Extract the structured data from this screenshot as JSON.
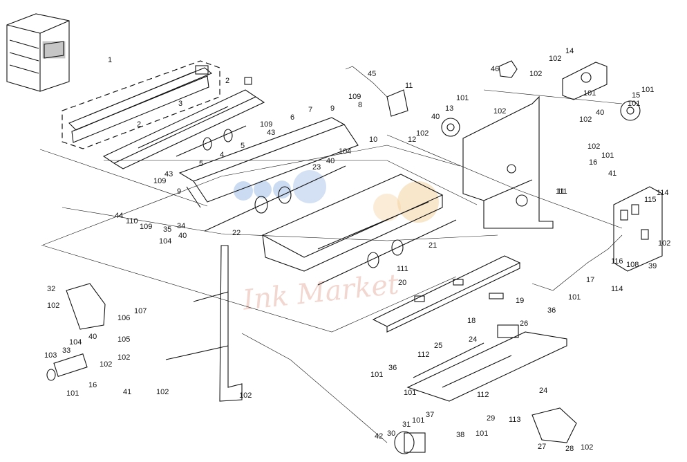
{
  "watermark": {
    "text": "Ink Market",
    "dot_colors": [
      "#a9c4ea",
      "#f4cf9a"
    ]
  },
  "labels": [
    {
      "id": "l1",
      "text": "1"
    },
    {
      "id": "l2a",
      "text": "2"
    },
    {
      "id": "l2b",
      "text": "2"
    },
    {
      "id": "l3",
      "text": "3"
    },
    {
      "id": "l4",
      "text": "4"
    },
    {
      "id": "l5a",
      "text": "5"
    },
    {
      "id": "l5b",
      "text": "5"
    },
    {
      "id": "l6",
      "text": "6"
    },
    {
      "id": "l7",
      "text": "7"
    },
    {
      "id": "l8",
      "text": "8"
    },
    {
      "id": "l9a",
      "text": "9"
    },
    {
      "id": "l9b",
      "text": "9"
    },
    {
      "id": "l10",
      "text": "10"
    },
    {
      "id": "l11a",
      "text": "11"
    },
    {
      "id": "l11b",
      "text": "11"
    },
    {
      "id": "l12",
      "text": "12"
    },
    {
      "id": "l13",
      "text": "13"
    },
    {
      "id": "l14",
      "text": "14"
    },
    {
      "id": "l15",
      "text": "15"
    },
    {
      "id": "l16a",
      "text": "16"
    },
    {
      "id": "l16b",
      "text": "16"
    },
    {
      "id": "l17",
      "text": "17"
    },
    {
      "id": "l18",
      "text": "18"
    },
    {
      "id": "l19",
      "text": "19"
    },
    {
      "id": "l20",
      "text": "20"
    },
    {
      "id": "l21",
      "text": "21"
    },
    {
      "id": "l22",
      "text": "22"
    },
    {
      "id": "l23",
      "text": "23"
    },
    {
      "id": "l24a",
      "text": "24"
    },
    {
      "id": "l24b",
      "text": "24"
    },
    {
      "id": "l25",
      "text": "25"
    },
    {
      "id": "l26",
      "text": "26"
    },
    {
      "id": "l27",
      "text": "27"
    },
    {
      "id": "l28",
      "text": "28"
    },
    {
      "id": "l29",
      "text": "29"
    },
    {
      "id": "l30",
      "text": "30"
    },
    {
      "id": "l31",
      "text": "31"
    },
    {
      "id": "l32",
      "text": "32"
    },
    {
      "id": "l33",
      "text": "33"
    },
    {
      "id": "l34",
      "text": "34"
    },
    {
      "id": "l35",
      "text": "35"
    },
    {
      "id": "l36a",
      "text": "36"
    },
    {
      "id": "l36b",
      "text": "36"
    },
    {
      "id": "l37",
      "text": "37"
    },
    {
      "id": "l38",
      "text": "38"
    },
    {
      "id": "l39",
      "text": "39"
    },
    {
      "id": "l40a",
      "text": "40"
    },
    {
      "id": "l40b",
      "text": "40"
    },
    {
      "id": "l40c",
      "text": "40"
    },
    {
      "id": "l40d",
      "text": "40"
    },
    {
      "id": "l40e",
      "text": "40"
    },
    {
      "id": "l41a",
      "text": "41"
    },
    {
      "id": "l41b",
      "text": "41"
    },
    {
      "id": "l42",
      "text": "42"
    },
    {
      "id": "l43a",
      "text": "43"
    },
    {
      "id": "l43b",
      "text": "43"
    },
    {
      "id": "l44",
      "text": "44"
    },
    {
      "id": "l45",
      "text": "45"
    },
    {
      "id": "l46",
      "text": "46"
    },
    {
      "id": "l101a",
      "text": "101"
    },
    {
      "id": "l101b",
      "text": "101"
    },
    {
      "id": "l101c",
      "text": "101"
    },
    {
      "id": "l101d",
      "text": "101"
    },
    {
      "id": "l101e",
      "text": "101"
    },
    {
      "id": "l101f",
      "text": "101"
    },
    {
      "id": "l101g",
      "text": "101"
    },
    {
      "id": "l101h",
      "text": "101"
    },
    {
      "id": "l101i",
      "text": "101"
    },
    {
      "id": "l101j",
      "text": "101"
    },
    {
      "id": "l101k",
      "text": "101"
    },
    {
      "id": "l102a",
      "text": "102"
    },
    {
      "id": "l102b",
      "text": "102"
    },
    {
      "id": "l102c",
      "text": "102"
    },
    {
      "id": "l102d",
      "text": "102"
    },
    {
      "id": "l102e",
      "text": "102"
    },
    {
      "id": "l102f",
      "text": "102"
    },
    {
      "id": "l102g",
      "text": "102"
    },
    {
      "id": "l102h",
      "text": "102"
    },
    {
      "id": "l102i",
      "text": "102"
    },
    {
      "id": "l102j",
      "text": "102"
    },
    {
      "id": "l102k",
      "text": "102"
    },
    {
      "id": "l102l",
      "text": "102"
    },
    {
      "id": "l102m",
      "text": "102"
    },
    {
      "id": "l103",
      "text": "103"
    },
    {
      "id": "l104a",
      "text": "104"
    },
    {
      "id": "l104b",
      "text": "104"
    },
    {
      "id": "l104c",
      "text": "104"
    },
    {
      "id": "l105",
      "text": "105"
    },
    {
      "id": "l106",
      "text": "106"
    },
    {
      "id": "l107",
      "text": "107"
    },
    {
      "id": "l108",
      "text": "108"
    },
    {
      "id": "l109a",
      "text": "109"
    },
    {
      "id": "l109b",
      "text": "109"
    },
    {
      "id": "l109c",
      "text": "109"
    },
    {
      "id": "l109d",
      "text": "109"
    },
    {
      "id": "l110",
      "text": "110"
    },
    {
      "id": "l111a",
      "text": "111"
    },
    {
      "id": "l111b",
      "text": "111"
    },
    {
      "id": "l112a",
      "text": "112"
    },
    {
      "id": "l112b",
      "text": "112"
    },
    {
      "id": "l113",
      "text": "113"
    },
    {
      "id": "l114a",
      "text": "114"
    },
    {
      "id": "l114b",
      "text": "114"
    },
    {
      "id": "l115",
      "text": "115"
    },
    {
      "id": "l116",
      "text": "116"
    }
  ]
}
